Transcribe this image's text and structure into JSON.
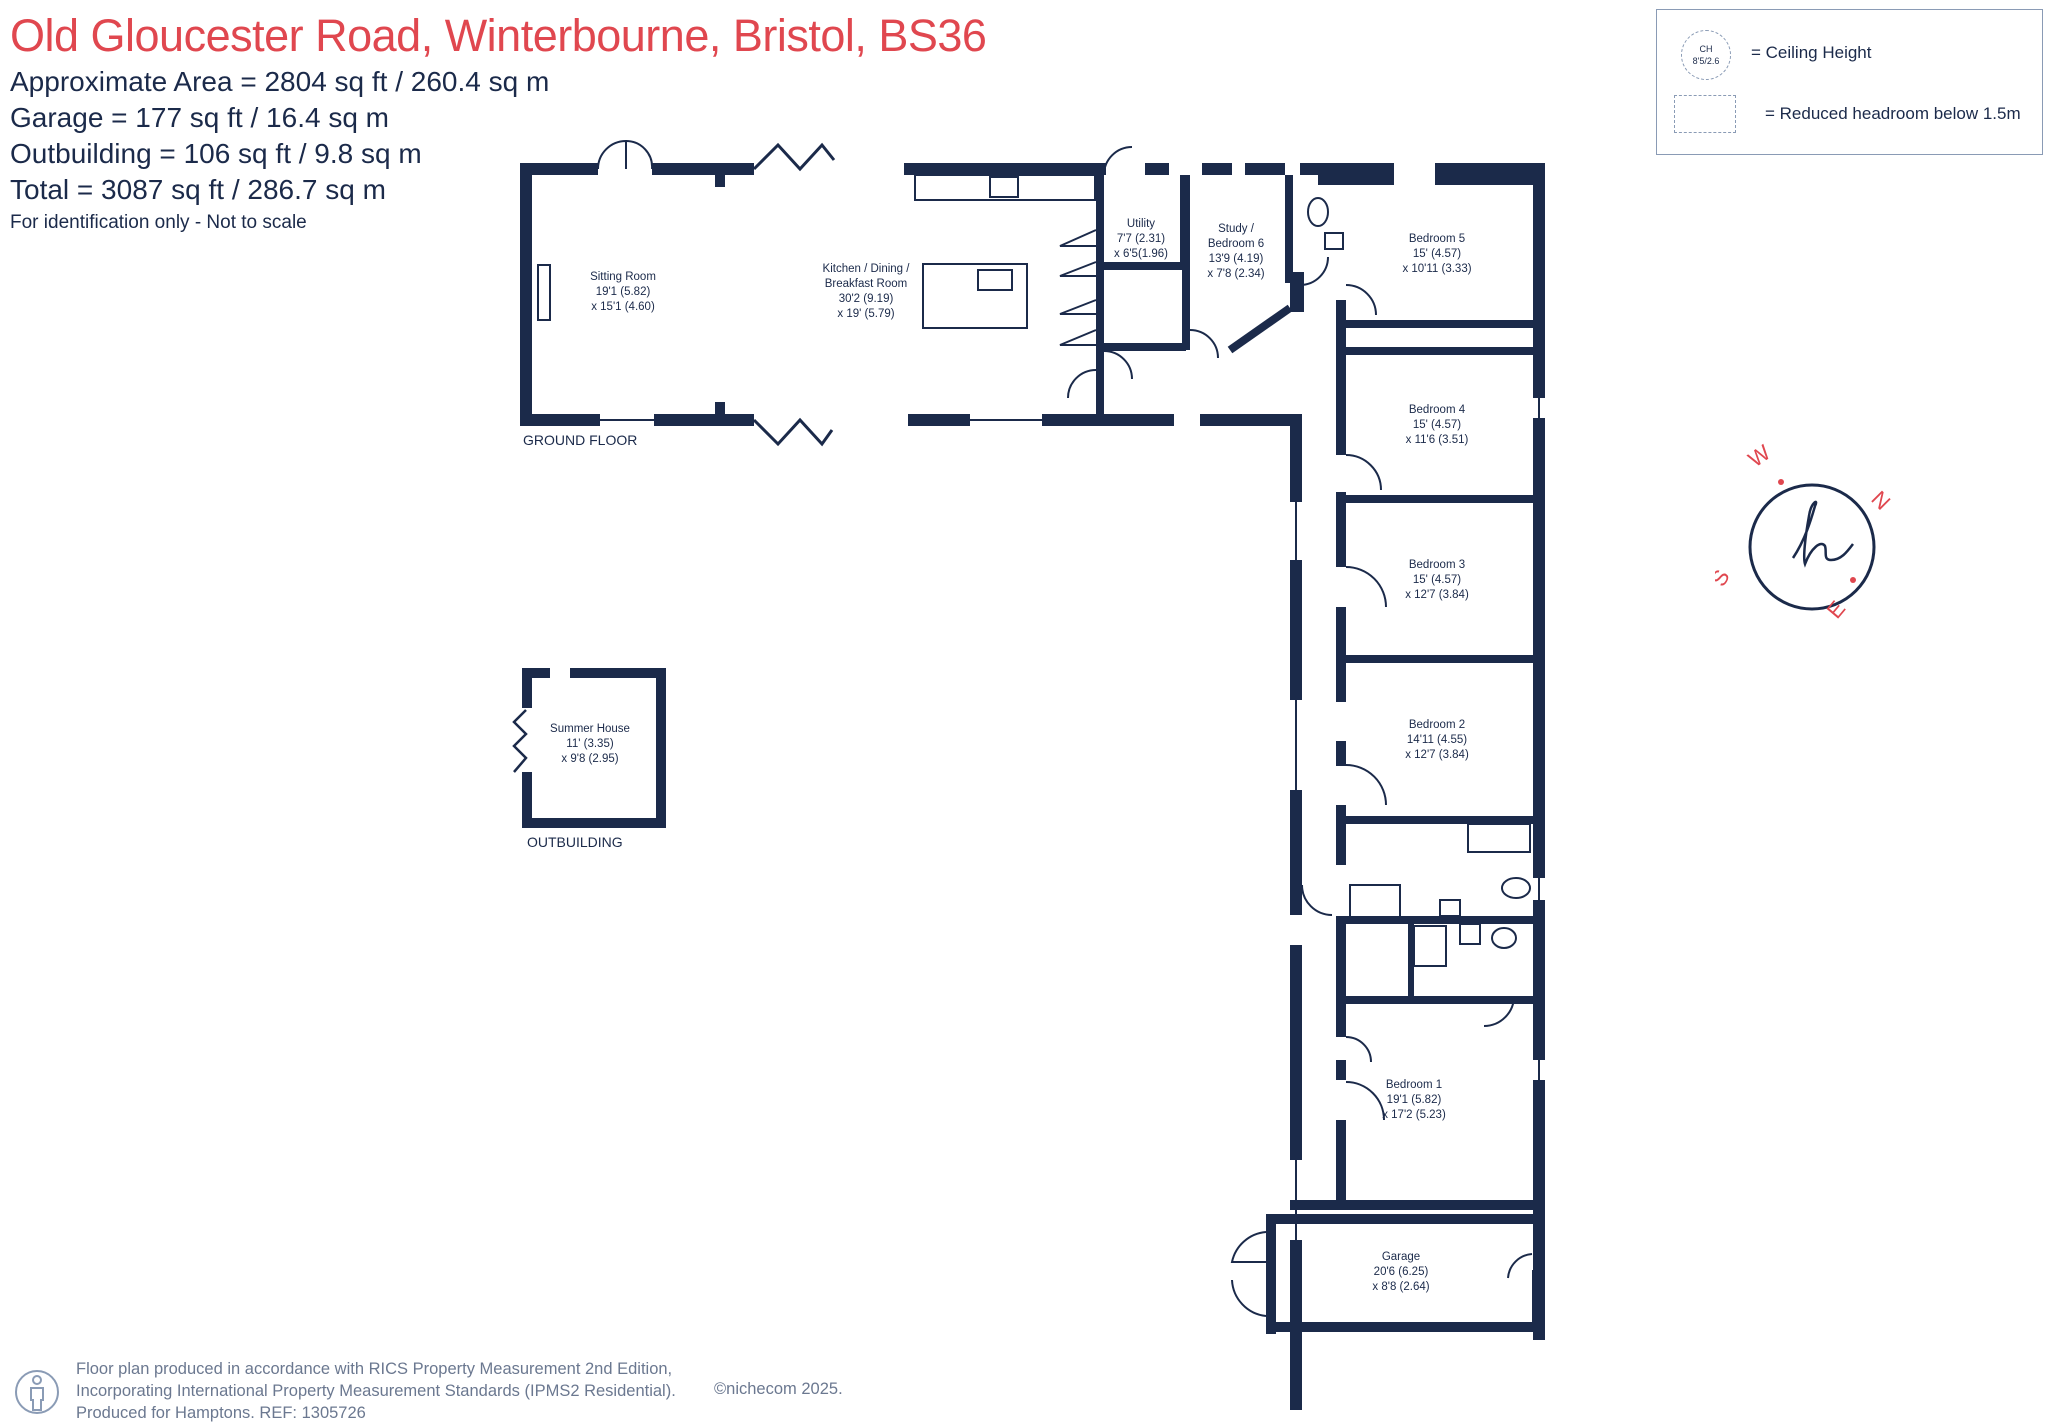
{
  "header": {
    "title": "Old Gloucester Road, Winterbourne, Bristol, BS36",
    "areas": [
      "Approximate Area = 2804  sq ft / 260.4  sq m",
      "Garage = 177 sq ft / 16.4  sq m",
      "Outbuilding = 106 sq ft / 9.8  sq m",
      "Total = 3087 sq ft / 286.7 sq m"
    ],
    "note": "For identification only - Not to scale"
  },
  "legend": {
    "ch_line1": "CH",
    "ch_line2": "8'5/2.6",
    "ceiling_height": "= Ceiling Height",
    "reduced_headroom": "= Reduced headroom below 1.5m"
  },
  "floors": {
    "ground": "GROUND FLOOR",
    "outbuilding": "OUTBUILDING"
  },
  "rooms": {
    "sitting": [
      "Sitting Room",
      "19'1 (5.82)",
      "x 15'1 (4.60)"
    ],
    "kitchen": [
      "Kitchen / Dining  /",
      "Breakfast Room",
      "30'2 (9.19)",
      "x 19' (5.79)"
    ],
    "utility": [
      "Utility",
      "7'7 (2.31)",
      "x 6'5(1.96)"
    ],
    "study": [
      "Study /",
      "Bedroom 6",
      "13'9 (4.19)",
      "x 7'8 (2.34)"
    ],
    "bed5": [
      "Bedroom 5",
      "15' (4.57)",
      "x 10'11 (3.33)"
    ],
    "bed4": [
      "Bedroom 4",
      "15' (4.57)",
      "x 11'6 (3.51)"
    ],
    "bed3": [
      "Bedroom 3",
      "15' (4.57)",
      "x 12'7 (3.84)"
    ],
    "bed2": [
      "Bedroom 2",
      "14'11 (4.55)",
      "x 12'7 (3.84)"
    ],
    "bed1": [
      "Bedroom 1",
      "19'1 (5.82)",
      "x 17'2 (5.23)"
    ],
    "garage": [
      "Garage",
      "20'6 (6.25)",
      "x 8'8 (2.64)"
    ],
    "summer": [
      "Summer House",
      "11' (3.35)",
      "x 9'8 (2.95)"
    ]
  },
  "compass": {
    "w": "W",
    "n": "N",
    "s": "S",
    "e": "E",
    "logo": "h"
  },
  "footer": {
    "line1": "Floor plan produced in accordance with RICS Property Measurement 2nd Edition,",
    "line2": "Incorporating International Property Measurement Standards (IPMS2 Residential).",
    "line3": "Produced for Hamptons.  REF:  1305726",
    "copyright": "©nichecom 2025."
  },
  "colors": {
    "wall": "#1b2a4a",
    "title": "#e0474f",
    "compass": "#e0474f"
  }
}
